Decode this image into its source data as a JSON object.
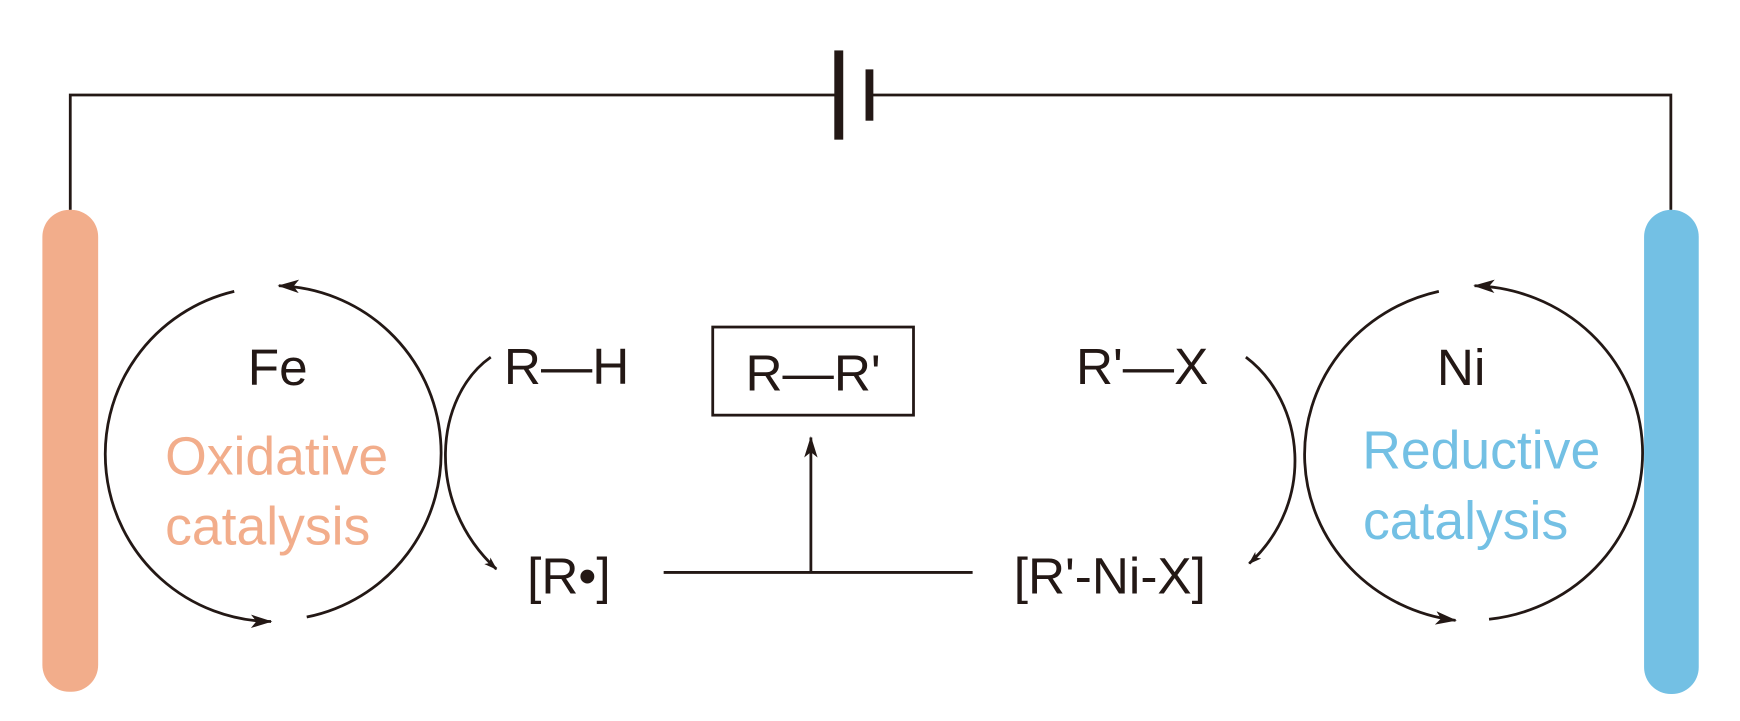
{
  "colors": {
    "anode": "#F2AD8B",
    "cathode": "#73C0E4",
    "line": "#231815"
  },
  "left_cycle": {
    "metal": "Fe",
    "label_line1": "Oxidative",
    "label_line2": "catalysis"
  },
  "right_cycle": {
    "metal": "Ni",
    "label_line1": "Reductive",
    "label_line2": "catalysis"
  },
  "species": {
    "substrate_left": "R—H",
    "radical": "[R•]",
    "product": "R—R'",
    "substrate_right": "R'—X",
    "nickel_intermediate": "[R'-Ni-X]"
  }
}
